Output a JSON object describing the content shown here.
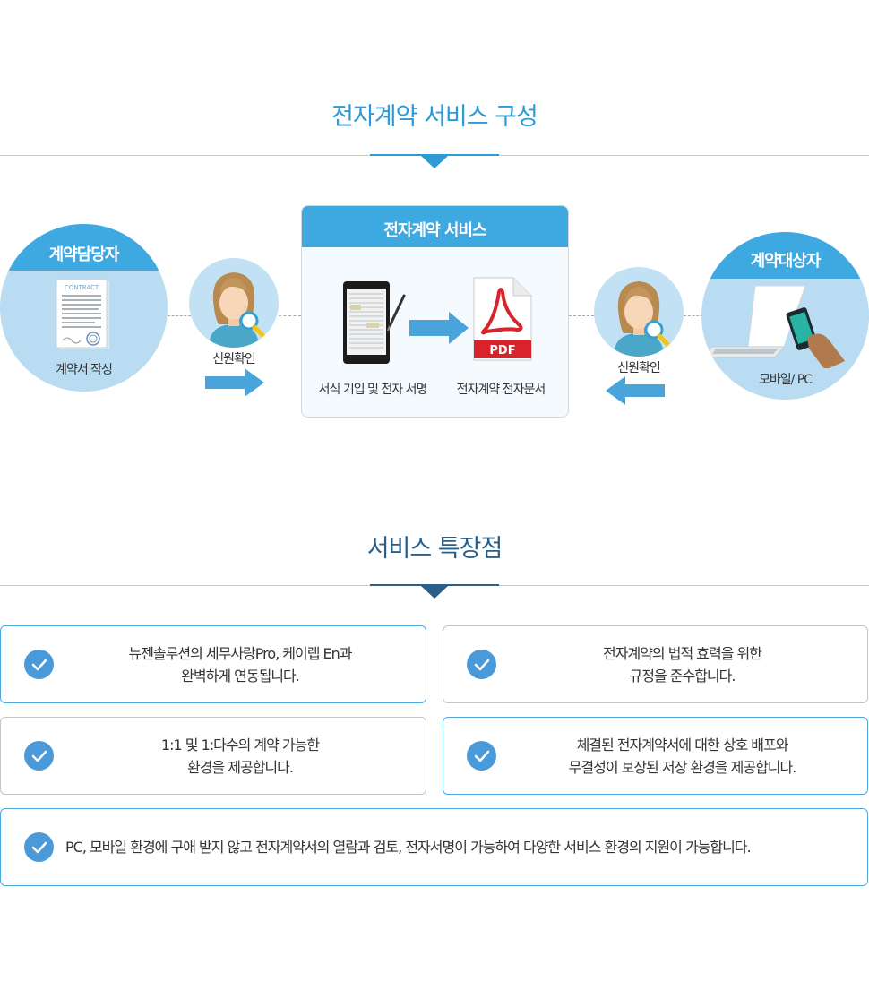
{
  "section1": {
    "title": "전자계약 서비스 구성"
  },
  "diagram": {
    "left_circle": {
      "title": "계약담당자",
      "label": "계약서 작성",
      "doc_text": "CONTRACT"
    },
    "left_person": {
      "label": "신원확인"
    },
    "service": {
      "title": "전자계약 서비스",
      "step1_label": "서식 기입 및 전자 서명",
      "step2_label": "전자계약 전자문서",
      "pdf_text": "PDF"
    },
    "right_person": {
      "label": "신원확인"
    },
    "right_circle": {
      "title": "계약대상자",
      "label": "모바일/ PC"
    }
  },
  "section2": {
    "title": "서비스 특장점"
  },
  "features": [
    {
      "line1": "뉴젠솔루션의 세무사랑Pro, 케이렙 En과",
      "line2": "완벽하게 연동됩니다."
    },
    {
      "line1": "전자계약의 법적 효력을 위한",
      "line2": "규정을 준수합니다."
    },
    {
      "line1": "1:1 및 1:다수의 계약 가능한",
      "line2": "환경을 제공합니다."
    },
    {
      "line1": "체결된 전자계약서에 대한 상호 배포와",
      "line2": "무결성이 보장된 저장 환경을 제공합니다."
    },
    {
      "line1": "PC, 모바일 환경에 구애 받지 않고 전자계약서의 열람과 검토, 전자서명이 가능하여 다양한 서비스 환경의 지원이 가능합니다."
    }
  ],
  "colors": {
    "accent": "#3ea8e0",
    "accent_dark": "#2a5f87",
    "check": "#4a99d8"
  }
}
